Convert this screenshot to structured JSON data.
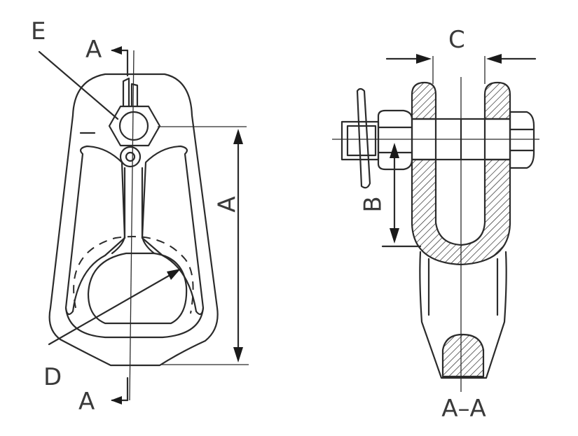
{
  "diagram": {
    "labels": {
      "e": "E",
      "section_top": "A",
      "section_bottom": "A",
      "dim_a": "A",
      "dim_d": "D",
      "dim_c": "C",
      "dim_b": "B",
      "section_view": "A–A"
    },
    "colors": {
      "stroke": "#2b2b2b",
      "text": "#3a3a3a",
      "background": "#ffffff"
    }
  }
}
